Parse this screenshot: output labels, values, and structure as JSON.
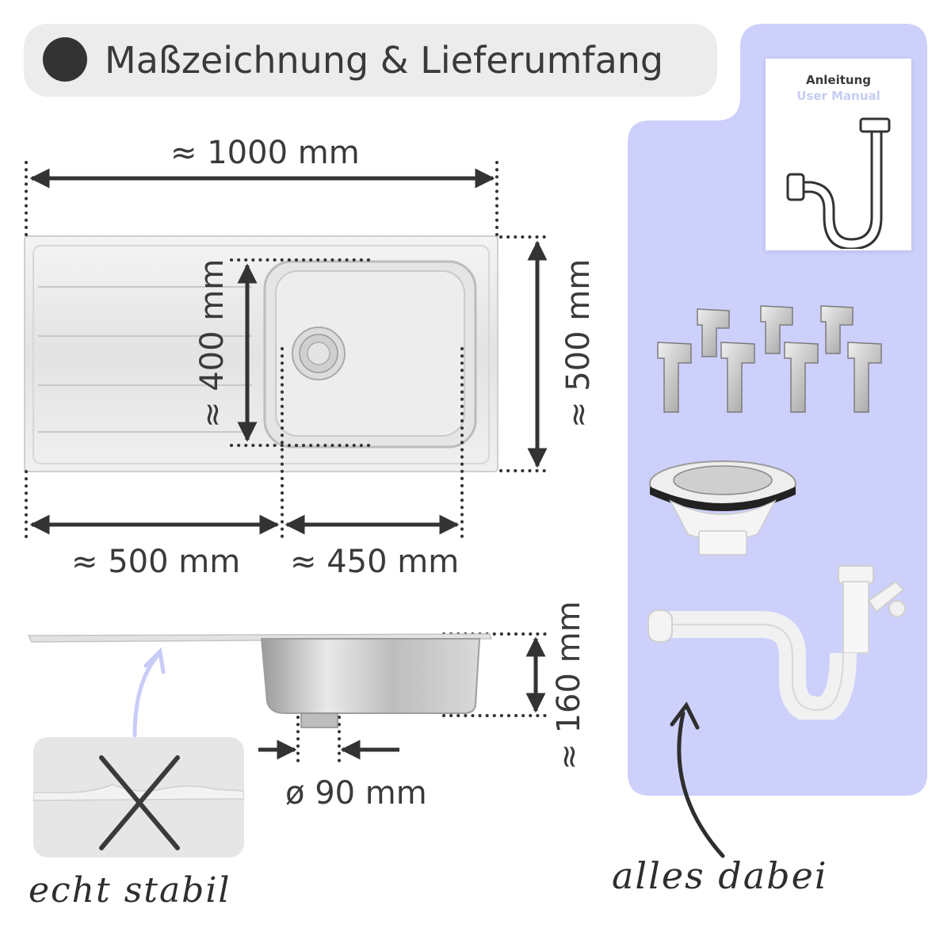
{
  "header": {
    "title": "Maßzeichnung & Lieferumfang"
  },
  "dimensions": {
    "total_width": "≈ 1000 mm",
    "total_depth": "≈ 500 mm",
    "bowl_depth": "≈ 400 mm",
    "drainboard_width": "≈ 500 mm",
    "bowl_width": "≈ 450 mm",
    "bowl_height": "≈ 160 mm",
    "drain_diameter": "ø 90 mm"
  },
  "manual": {
    "title_de": "Anleitung",
    "title_en": "User Manual"
  },
  "captions": {
    "sturdy": "echt stabil",
    "included": "alles dabei"
  },
  "colors": {
    "accent_panel": "#cdd0fb",
    "header_bg": "#ececec",
    "text": "#3a3a3a",
    "arrow_hint": "#c9ccf7"
  },
  "icons": [
    "manual-icon",
    "mounting-clip-icon",
    "strainer-icon",
    "siphon-icon",
    "cross-icon",
    "curved-arrow-icon"
  ]
}
